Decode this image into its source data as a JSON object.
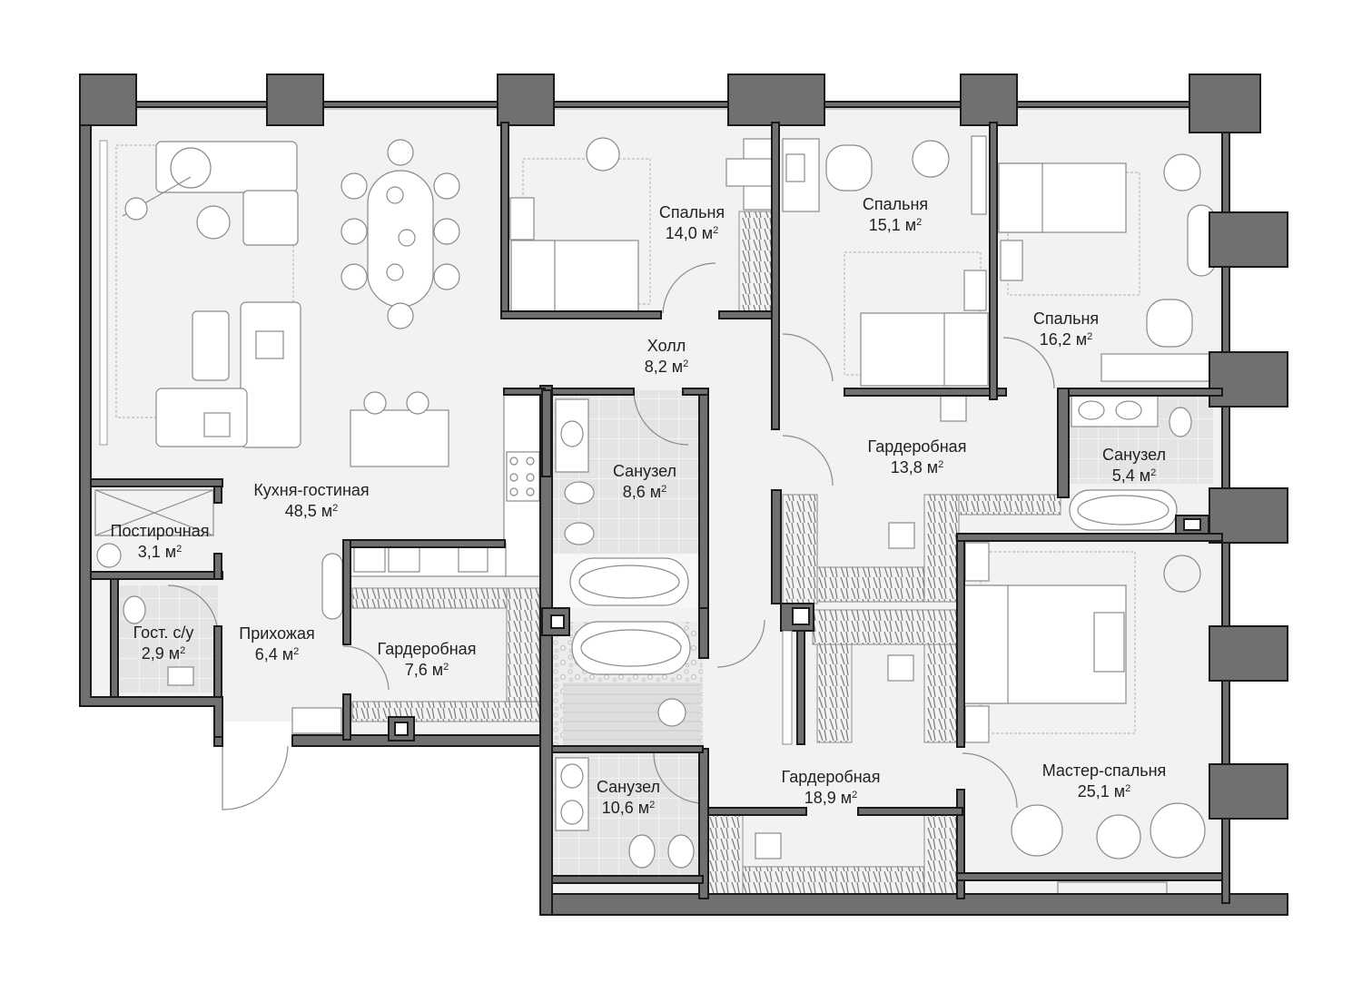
{
  "plan": {
    "area_unit": "м",
    "area_power": "2",
    "rooms": [
      {
        "id": "kitchen-living",
        "name": "Кухня-гостиная",
        "area": "48,5"
      },
      {
        "id": "laundry",
        "name": "Постирочная",
        "area": "3,1"
      },
      {
        "id": "guest-wc",
        "name": "Гост. с/у",
        "area": "2,9"
      },
      {
        "id": "entrance",
        "name": "Прихожая",
        "area": "6,4"
      },
      {
        "id": "wardrobe-1",
        "name": "Гардеробная",
        "area": "7,6"
      },
      {
        "id": "bedroom-1",
        "name": "Спальня",
        "area": "14,0"
      },
      {
        "id": "hall",
        "name": "Холл",
        "area": "8,2"
      },
      {
        "id": "bathroom-1",
        "name": "Санузел",
        "area": "8,6"
      },
      {
        "id": "bathroom-2",
        "name": "Санузел",
        "area": "10,6"
      },
      {
        "id": "bedroom-2",
        "name": "Спальня",
        "area": "15,1"
      },
      {
        "id": "wardrobe-2",
        "name": "Гардеробная",
        "area": "13,8"
      },
      {
        "id": "wardrobe-3",
        "name": "Гардеробная",
        "area": "18,9"
      },
      {
        "id": "bedroom-3",
        "name": "Спальня",
        "area": "16,2"
      },
      {
        "id": "bathroom-3",
        "name": "Санузел",
        "area": "5,4"
      },
      {
        "id": "master-bedroom",
        "name": "Мастер-спальня",
        "area": "25,1"
      }
    ],
    "colors": {
      "wall": "#707070",
      "wall_outline": "#1a1a1a",
      "floor": "#f2f2f2",
      "wet_floor": "#e6e6e6",
      "furniture_line": "#8a8a8a",
      "label": "#222222"
    }
  }
}
